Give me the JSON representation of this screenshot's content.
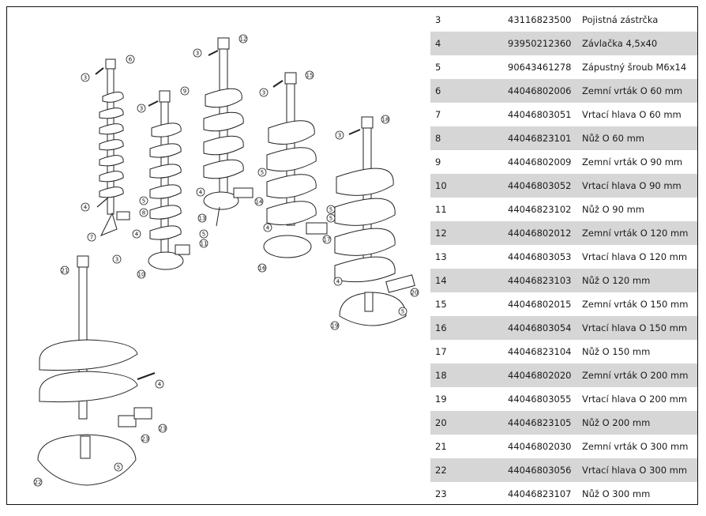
{
  "parts_table": {
    "rows": [
      {
        "pos": "3",
        "code": "43116823500",
        "desc": "Pojistná zástrčka"
      },
      {
        "pos": "4",
        "code": "93950212360",
        "desc": "Závlačka 4,5x40"
      },
      {
        "pos": "5",
        "code": "90643461278",
        "desc": "Zápustný šroub M6x14"
      },
      {
        "pos": "6",
        "code": "44046802006",
        "desc": "Zemní vrták O 60 mm"
      },
      {
        "pos": "7",
        "code": "44046803051",
        "desc": "Vrtací hlava O 60 mm"
      },
      {
        "pos": "8",
        "code": "44046823101",
        "desc": "Nůž O 60 mm"
      },
      {
        "pos": "9",
        "code": "44046802009",
        "desc": "Zemní vrták O 90 mm"
      },
      {
        "pos": "10",
        "code": "44046803052",
        "desc": "Vrtací hlava O 90 mm"
      },
      {
        "pos": "11",
        "code": "44046823102",
        "desc": "Nůž O 90 mm"
      },
      {
        "pos": "12",
        "code": "44046802012",
        "desc": "Zemní vrták O 120 mm"
      },
      {
        "pos": "13",
        "code": "44046803053",
        "desc": "Vrtací hlava O 120 mm"
      },
      {
        "pos": "14",
        "code": "44046823103",
        "desc": "Nůž O 120 mm"
      },
      {
        "pos": "15",
        "code": "44046802015",
        "desc": "Zemní vrták O 150 mm"
      },
      {
        "pos": "16",
        "code": "44046803054",
        "desc": "Vrtací hlava O 150 mm"
      },
      {
        "pos": "17",
        "code": "44046823104",
        "desc": "Nůž O 150 mm"
      },
      {
        "pos": "18",
        "code": "44046802020",
        "desc": "Zemní vrták O 200 mm"
      },
      {
        "pos": "19",
        "code": "44046803055",
        "desc": "Vrtací hlava O 200 mm"
      },
      {
        "pos": "20",
        "code": "44046823105",
        "desc": "Nůž O 200 mm"
      },
      {
        "pos": "21",
        "code": "44046802030",
        "desc": "Zemní vrták O 300 mm"
      },
      {
        "pos": "22",
        "code": "44046803056",
        "desc": "Vrtací hlava O 300 mm"
      },
      {
        "pos": "23",
        "code": "44046823107",
        "desc": "Nůž O 300 mm"
      }
    ]
  },
  "drawing": {
    "callouts": {
      "a3": "3",
      "a6": "6",
      "a4": "4",
      "a5": "5",
      "a8": "8",
      "a7": "7",
      "b3": "3",
      "b9": "9",
      "b4": "4",
      "b5": "5",
      "b11": "11",
      "b10": "10",
      "c3": "3",
      "c12": "12",
      "c4": "4",
      "c5": "5",
      "c14": "14",
      "c13": "13",
      "d3": "3",
      "d15": "15",
      "d4": "4",
      "d5": "5",
      "d17": "17",
      "d16": "16",
      "e3": "3",
      "e18": "18",
      "e4": "4",
      "e5": "5",
      "e20": "20",
      "e19": "19",
      "e5b": "5",
      "f21": "21",
      "f3": "3",
      "f4": "4",
      "f23a": "23",
      "f23b": "23",
      "f5": "5",
      "f22": "22"
    }
  }
}
